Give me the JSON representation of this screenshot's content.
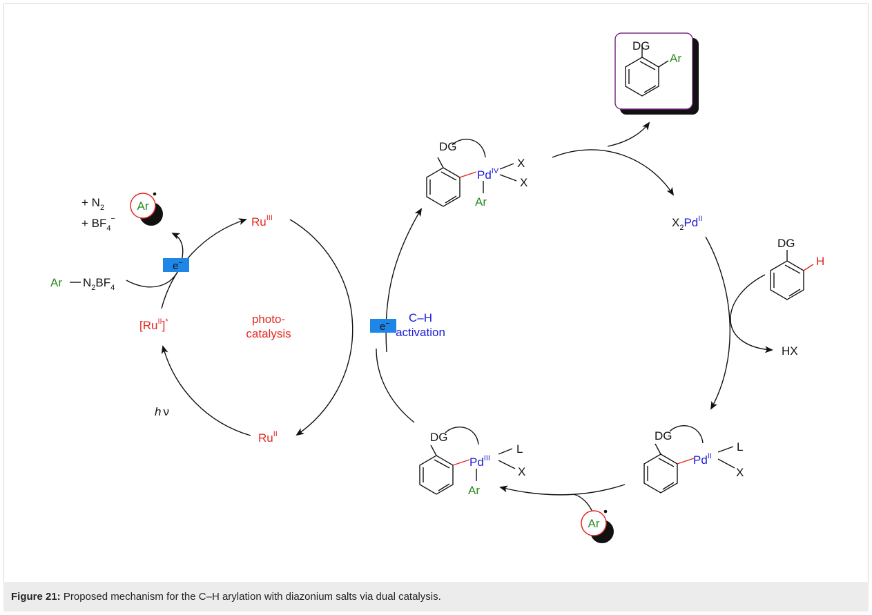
{
  "colors": {
    "red": "#e3261e",
    "blue": "#1a1ad8",
    "green": "#2a8a1e",
    "black": "#111111",
    "electron_box": "#1e86e6",
    "product_frame": "#7b2b86",
    "caption_bg": "#ececec"
  },
  "icons": [
    "radical-icon",
    "electron-icon",
    "product-box-icon"
  ],
  "photocycle": {
    "title_line1": "photo-",
    "title_line2": "catalysis",
    "ru_iii_base": "Ru",
    "ru_iii_sup": "III",
    "ru_ii_base": "Ru",
    "ru_ii_sup": "II",
    "ru_star_open": "[Ru",
    "ru_star_sup": "II",
    "ru_star_close": "]",
    "ru_star_mark": "*",
    "hv_h": "h",
    "hv_nu": "ν"
  },
  "pdcycle": {
    "title_line1": "C–H",
    "title_line2": "activation",
    "pd_x2_prefix": "X",
    "pd_x2_sub": "2",
    "pd_base": "Pd",
    "pd_ii_sup": "II",
    "pd_iii_sup": "III",
    "pd_iv_sup": "IV",
    "dg": "DG",
    "x": "X",
    "l": "L",
    "ar": "Ar",
    "h": "H",
    "hx": "HX"
  },
  "reagents": {
    "ar": "Ar",
    "n2_part": "N",
    "n2_sub": "2",
    "bf4": "BF",
    "bf4_sub": "4",
    "plus_n2": "+ N",
    "plus_n2_sub": "2",
    "plus_bf4": "+ BF",
    "plus_bf4_sub": "4",
    "minus": "−",
    "electron": "e",
    "electron_charge": "−"
  },
  "caption": {
    "label": "Figure 21:",
    "text": " Proposed mechanism for the C–H arylation with diazonium salts via dual catalysis."
  }
}
